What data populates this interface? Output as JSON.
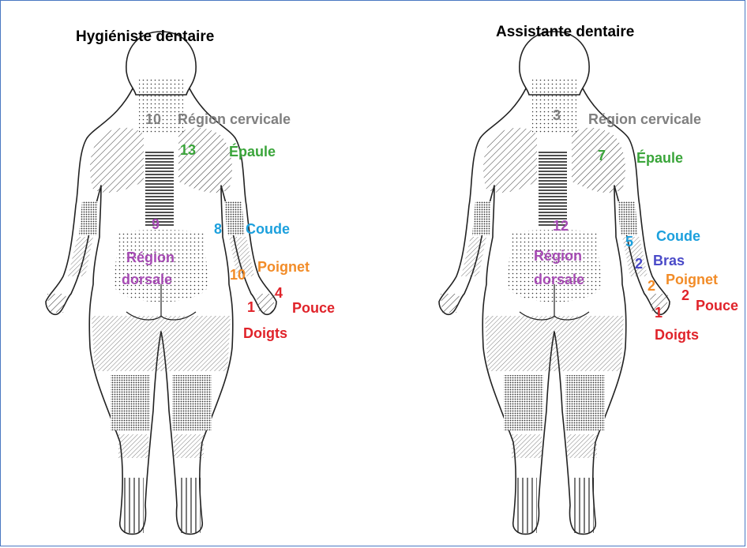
{
  "colors": {
    "cervical": "#808080",
    "epaule": "#3aa53a",
    "coude": "#1ca0dd",
    "dorsale": "#a64bb4",
    "poignet": "#f28c28",
    "pouce": "#e0232a",
    "doigts": "#e0232a",
    "bras": "#4a4ac8"
  },
  "left": {
    "title": "Hygiéniste dentaire",
    "cervical": {
      "num": "10",
      "label": "Région cervicale"
    },
    "epaule": {
      "num": "13",
      "label": "Épaule"
    },
    "dorsale": {
      "num": "9",
      "label_line1": "Région",
      "label_line2": "dorsale"
    },
    "coude": {
      "num": "8",
      "label": "Coude"
    },
    "poignet": {
      "num": "10",
      "label": "Poignet"
    },
    "pouce": {
      "num": "4",
      "label": "Pouce"
    },
    "doigts": {
      "num": "1",
      "label": "Doigts"
    }
  },
  "right": {
    "title": "Assistante dentaire",
    "cervical": {
      "num": "3",
      "label": "Région cervicale"
    },
    "epaule": {
      "num": "7",
      "label": "Épaule"
    },
    "dorsale": {
      "num": "12",
      "label_line1": "Région",
      "label_line2": "dorsale"
    },
    "coude": {
      "num": "5",
      "label": "Coude"
    },
    "bras": {
      "num": "2",
      "label": "Bras"
    },
    "poignet": {
      "num": "2",
      "label": "Poignet"
    },
    "pouce": {
      "num": "2",
      "label": "Pouce"
    },
    "doigts": {
      "num": "1",
      "label": "Doigts"
    }
  }
}
